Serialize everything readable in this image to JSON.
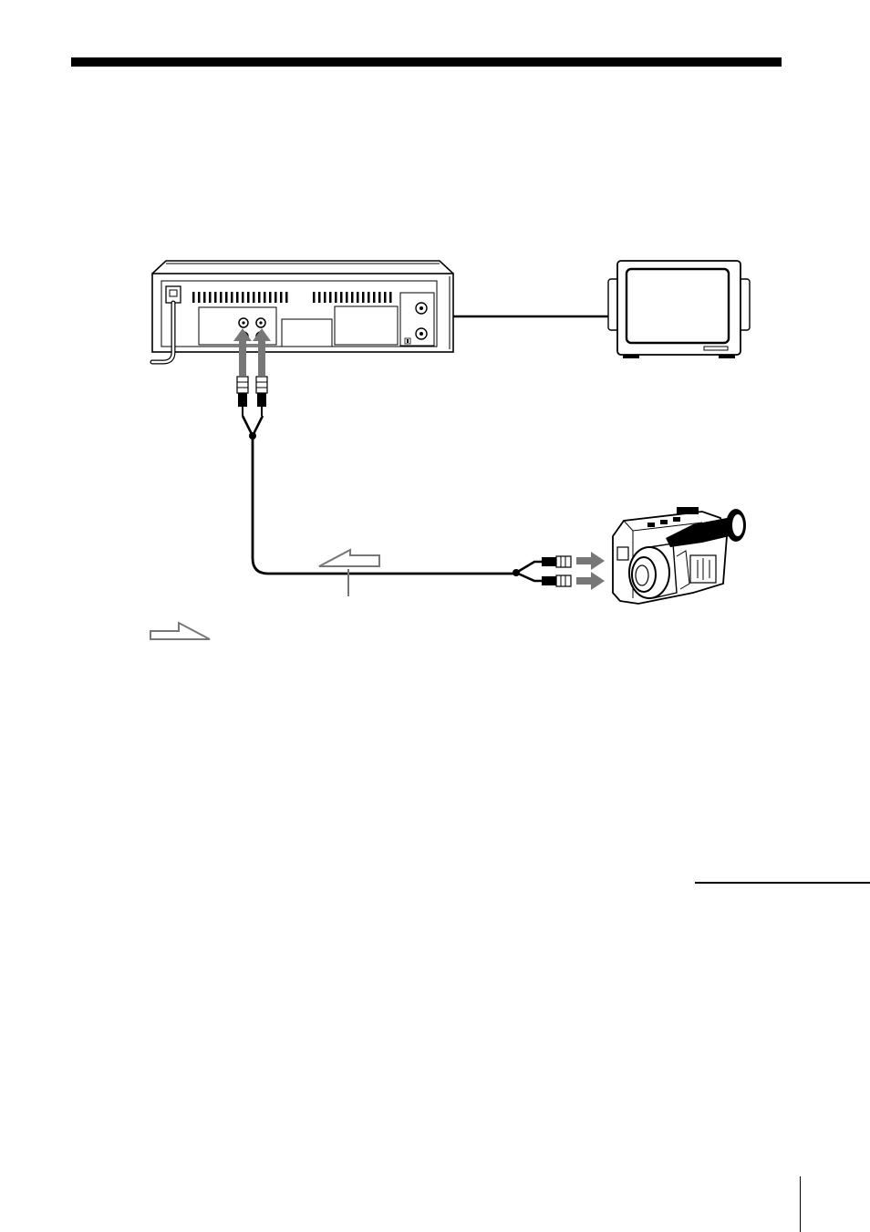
{
  "page": {
    "background": "#ffffff",
    "rule_color": "#000000",
    "arrow_fill": "#777777"
  },
  "diagram": {
    "devices": [
      "vcr-rear-panel",
      "tv",
      "camcorder"
    ],
    "connections": [
      "vcr-to-tv-cable",
      "audio-video-cable"
    ],
    "signal_flow_icons": [
      "signal-flow-arrow",
      "legend-signal-flow-arrow"
    ]
  }
}
